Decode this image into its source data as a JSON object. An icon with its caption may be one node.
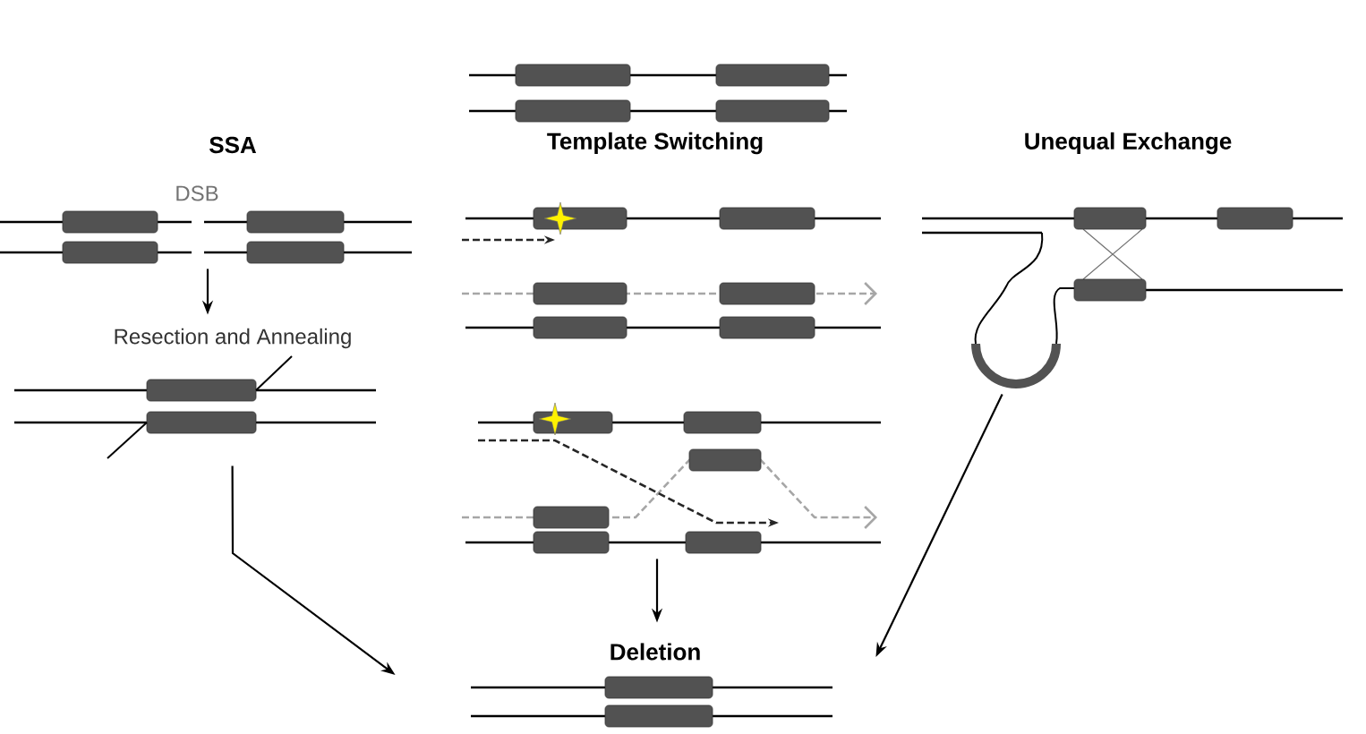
{
  "diagram": {
    "nodes": [
      {
        "text": [
          "SSA",
          "DSB"
        ]
      },
      {
        "text": [],
        "shape": "picture",
        "beside": [
          "Resection and Annealing"
        ]
      },
      {
        "text": [
          "Template Switching"
        ]
      },
      {
        "text": [
          "Unequal Exchange"
        ]
      },
      {
        "text": [
          "Deletion"
        ]
      }
    ],
    "edges": [
      {
        "from": 0,
        "to": 1,
        "arrow": "to"
      },
      {
        "from": 1,
        "to": 4,
        "arrow": "to"
      },
      {
        "from": 2,
        "to": 4,
        "arrow": "to"
      },
      {
        "from": 3,
        "to": 4,
        "arrow": "to"
      }
    ]
  }
}
